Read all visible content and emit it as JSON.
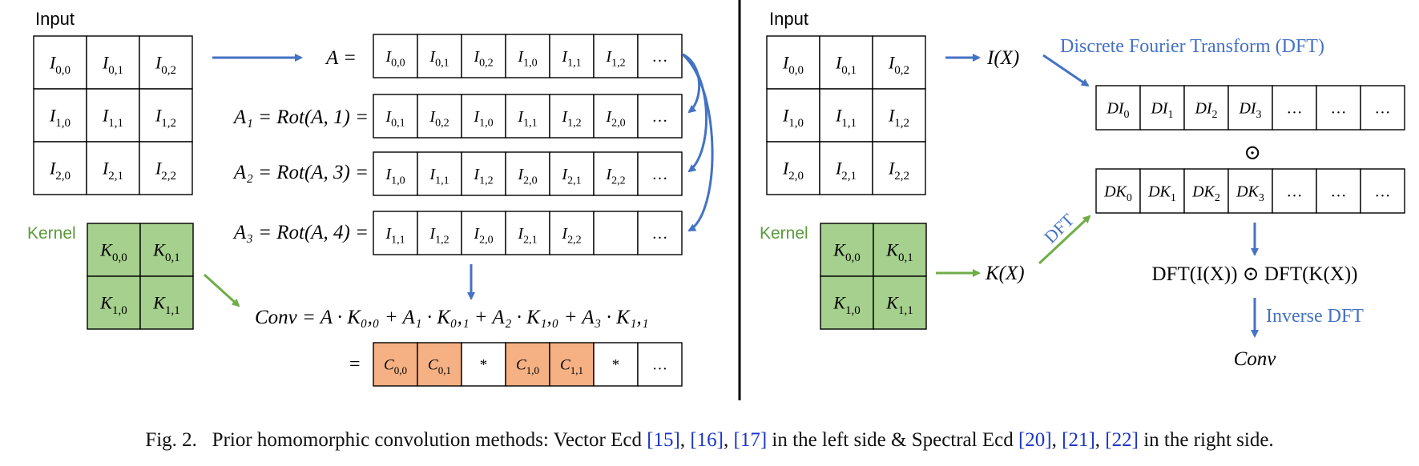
{
  "left": {
    "input_label": "Input",
    "kernel_label": "Kernel",
    "input_grid": [
      [
        {
          "b": "I",
          "s": "0,0"
        },
        {
          "b": "I",
          "s": "0,1"
        },
        {
          "b": "I",
          "s": "0,2"
        }
      ],
      [
        {
          "b": "I",
          "s": "1,0"
        },
        {
          "b": "I",
          "s": "1,1"
        },
        {
          "b": "I",
          "s": "1,2"
        }
      ],
      [
        {
          "b": "I",
          "s": "2,0"
        },
        {
          "b": "I",
          "s": "2,1"
        },
        {
          "b": "I",
          "s": "2,2"
        }
      ]
    ],
    "kernel_grid": [
      [
        {
          "b": "K",
          "s": "0,0"
        },
        {
          "b": "K",
          "s": "0,1"
        }
      ],
      [
        {
          "b": "K",
          "s": "1,0"
        },
        {
          "b": "K",
          "s": "1,1"
        }
      ]
    ],
    "vectors": [
      {
        "label": "A =",
        "cells": [
          {
            "b": "I",
            "s": "0,0"
          },
          {
            "b": "I",
            "s": "0,1"
          },
          {
            "b": "I",
            "s": "0,2"
          },
          {
            "b": "I",
            "s": "1,0"
          },
          {
            "b": "I",
            "s": "1,1"
          },
          {
            "b": "I",
            "s": "1,2"
          },
          {
            "b": "…",
            "s": ""
          }
        ]
      },
      {
        "label": "A₁ = Rot(A, 1) =",
        "cells": [
          {
            "b": "I",
            "s": "0,1"
          },
          {
            "b": "I",
            "s": "0,2"
          },
          {
            "b": "I",
            "s": "1,0"
          },
          {
            "b": "I",
            "s": "1,1"
          },
          {
            "b": "I",
            "s": "1,2"
          },
          {
            "b": "I",
            "s": "2,0"
          },
          {
            "b": "…",
            "s": ""
          }
        ]
      },
      {
        "label": "A₂ = Rot(A, 3) =",
        "cells": [
          {
            "b": "I",
            "s": "1,0"
          },
          {
            "b": "I",
            "s": "1,1"
          },
          {
            "b": "I",
            "s": "1,2"
          },
          {
            "b": "I",
            "s": "2,0"
          },
          {
            "b": "I",
            "s": "2,1"
          },
          {
            "b": "I",
            "s": "2,2"
          },
          {
            "b": "…",
            "s": ""
          }
        ]
      },
      {
        "label": "A₃ = Rot(A, 4) =",
        "cells": [
          {
            "b": "I",
            "s": "1,1"
          },
          {
            "b": "I",
            "s": "1,2"
          },
          {
            "b": "I",
            "s": "2,0"
          },
          {
            "b": "I",
            "s": "2,1"
          },
          {
            "b": "I",
            "s": "2,2"
          },
          {
            "b": "",
            "s": ""
          },
          {
            "b": "…",
            "s": ""
          }
        ]
      }
    ],
    "conv_formula": "Conv = A · K₀,₀ + A₁ · K₀,₁ + A₂ · K₁,₀ + A₃ · K₁,₁",
    "result_eq": "=",
    "result_cells": [
      {
        "b": "C",
        "s": "0,0"
      },
      {
        "b": "C",
        "s": "0,1"
      },
      {
        "b": "*",
        "s": ""
      },
      {
        "b": "C",
        "s": "1,0"
      },
      {
        "b": "C",
        "s": "1,1"
      },
      {
        "b": "*",
        "s": ""
      },
      {
        "b": "…",
        "s": ""
      }
    ]
  },
  "right": {
    "input_label": "Input",
    "kernel_label": "Kernel",
    "ix_label": "I(X)",
    "kx_label": "K(X)",
    "dft_title": "Discrete Fourier Transform (DFT)",
    "dft_arrow_label": "DFT",
    "di_cells": [
      {
        "b": "DI",
        "s": "0"
      },
      {
        "b": "DI",
        "s": "1"
      },
      {
        "b": "DI",
        "s": "2"
      },
      {
        "b": "DI",
        "s": "3"
      },
      {
        "b": "…",
        "s": ""
      },
      {
        "b": "…",
        "s": ""
      },
      {
        "b": "…",
        "s": ""
      }
    ],
    "dk_cells": [
      {
        "b": "DK",
        "s": "0"
      },
      {
        "b": "DK",
        "s": "1"
      },
      {
        "b": "DK",
        "s": "2"
      },
      {
        "b": "DK",
        "s": "3"
      },
      {
        "b": "…",
        "s": ""
      },
      {
        "b": "…",
        "s": ""
      },
      {
        "b": "…",
        "s": ""
      }
    ],
    "odot": "⊙",
    "product_formula": "DFT(I(X)) ⊙ DFT(K(X))",
    "inverse_label": "Inverse DFT",
    "conv_label": "Conv"
  },
  "caption": {
    "prefix": "Fig. 2.",
    "text_a": "Prior homomorphic convolution methods: Vector Ecd ",
    "ref1": "[15]",
    "ref2": "[16]",
    "ref3": "[17]",
    "text_b": " in the left side & Spectral Ecd ",
    "ref4": "[20]",
    "ref5": "[21]",
    "ref6": "[22]",
    "text_c": " in the right side."
  },
  "colors": {
    "arrow_blue": "#4472c4",
    "arrow_green": "#70ad47",
    "kernel_fill": "#a6d08d",
    "result_fill": "#f5b184",
    "label_green": "#5a9a3c",
    "ref_blue": "#1a35c9"
  }
}
